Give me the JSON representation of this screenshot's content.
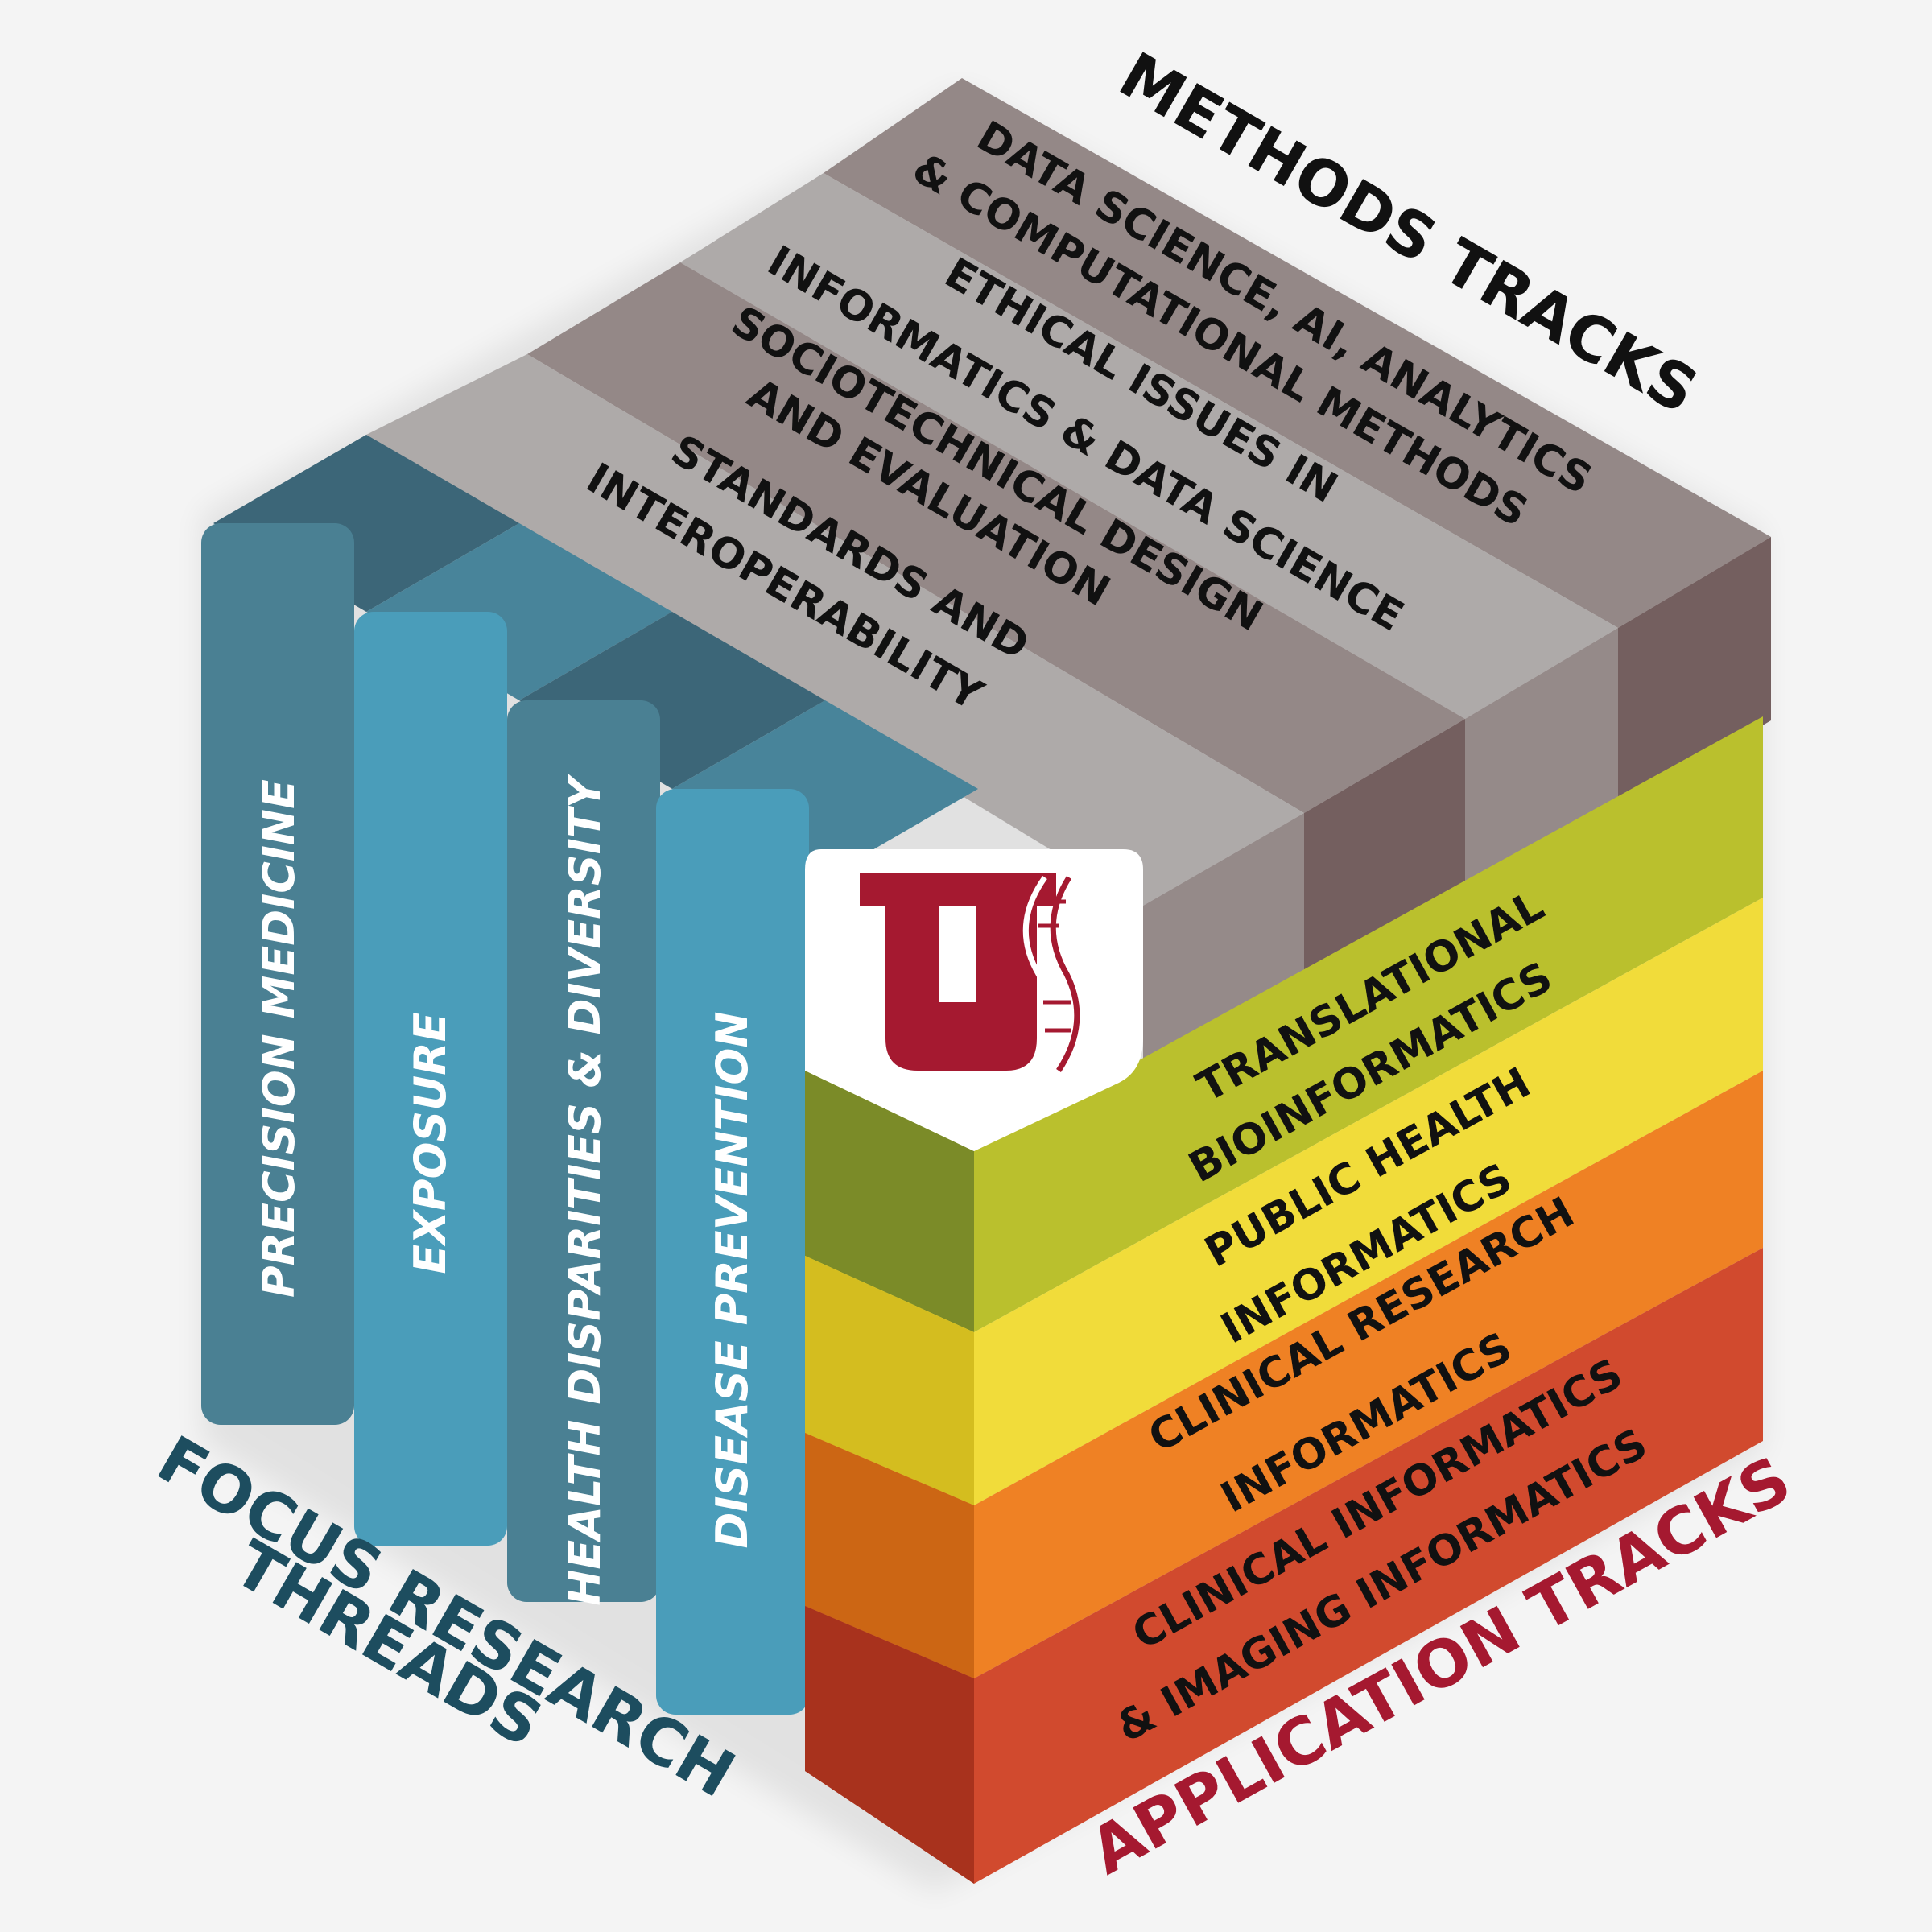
{
  "methods_tracks": {
    "heading": "METHODS TRACKS",
    "items": [
      {
        "line1": "DATA SCIENCE, AI, ANALYTICS",
        "line2": "& COMPUTATIONAL METHODS"
      },
      {
        "line1": "ETHICAL ISSUES IN",
        "line2": "INFORMATICS & DATA SCIENCE"
      },
      {
        "line1": "SOCIOTECHNICAL DESIGN",
        "line2": "AND EVALUATION"
      },
      {
        "line1": "STANDARDS AND",
        "line2": "INTEROPERABILITY"
      }
    ]
  },
  "focus_threads": {
    "heading_line1": "FOCUS RESEARCH",
    "heading_line2": "THREADS",
    "items": [
      "PRECISION MEDICINE",
      "EXPOSURE",
      "HEALTH DISPARITIES & DIVERSITY",
      "DISEASE PREVENTION"
    ]
  },
  "application_tracks": {
    "heading": "APPLICATION TRACKS",
    "items": [
      {
        "line1": "TRANSLATIONAL",
        "line2": "BIOINFORMATICS"
      },
      {
        "line1": "PUBLIC HEALTH",
        "line2": "INFORMATICS"
      },
      {
        "line1": "CLINICAL RESEARCH",
        "line2": "INFORMATICS"
      },
      {
        "line1": "CLINICAL INFORMATICS",
        "line2": "& IMAGING INFORMATICS"
      }
    ]
  },
  "colors": {
    "focus_dark": "#4a8093",
    "focus_light": "#4a9dba",
    "methods_dark": "#948887",
    "methods_light": "#aeaaa9",
    "app_green": "#bac02d",
    "app_yellow": "#f1dc3a",
    "app_orange": "#ef8124",
    "app_red": "#d14a2e",
    "brand_red": "#a51930",
    "focus_heading": "#1d4d5f",
    "application_heading": "#a51930"
  },
  "logo": {
    "icon": "university-u-dna-logo"
  }
}
